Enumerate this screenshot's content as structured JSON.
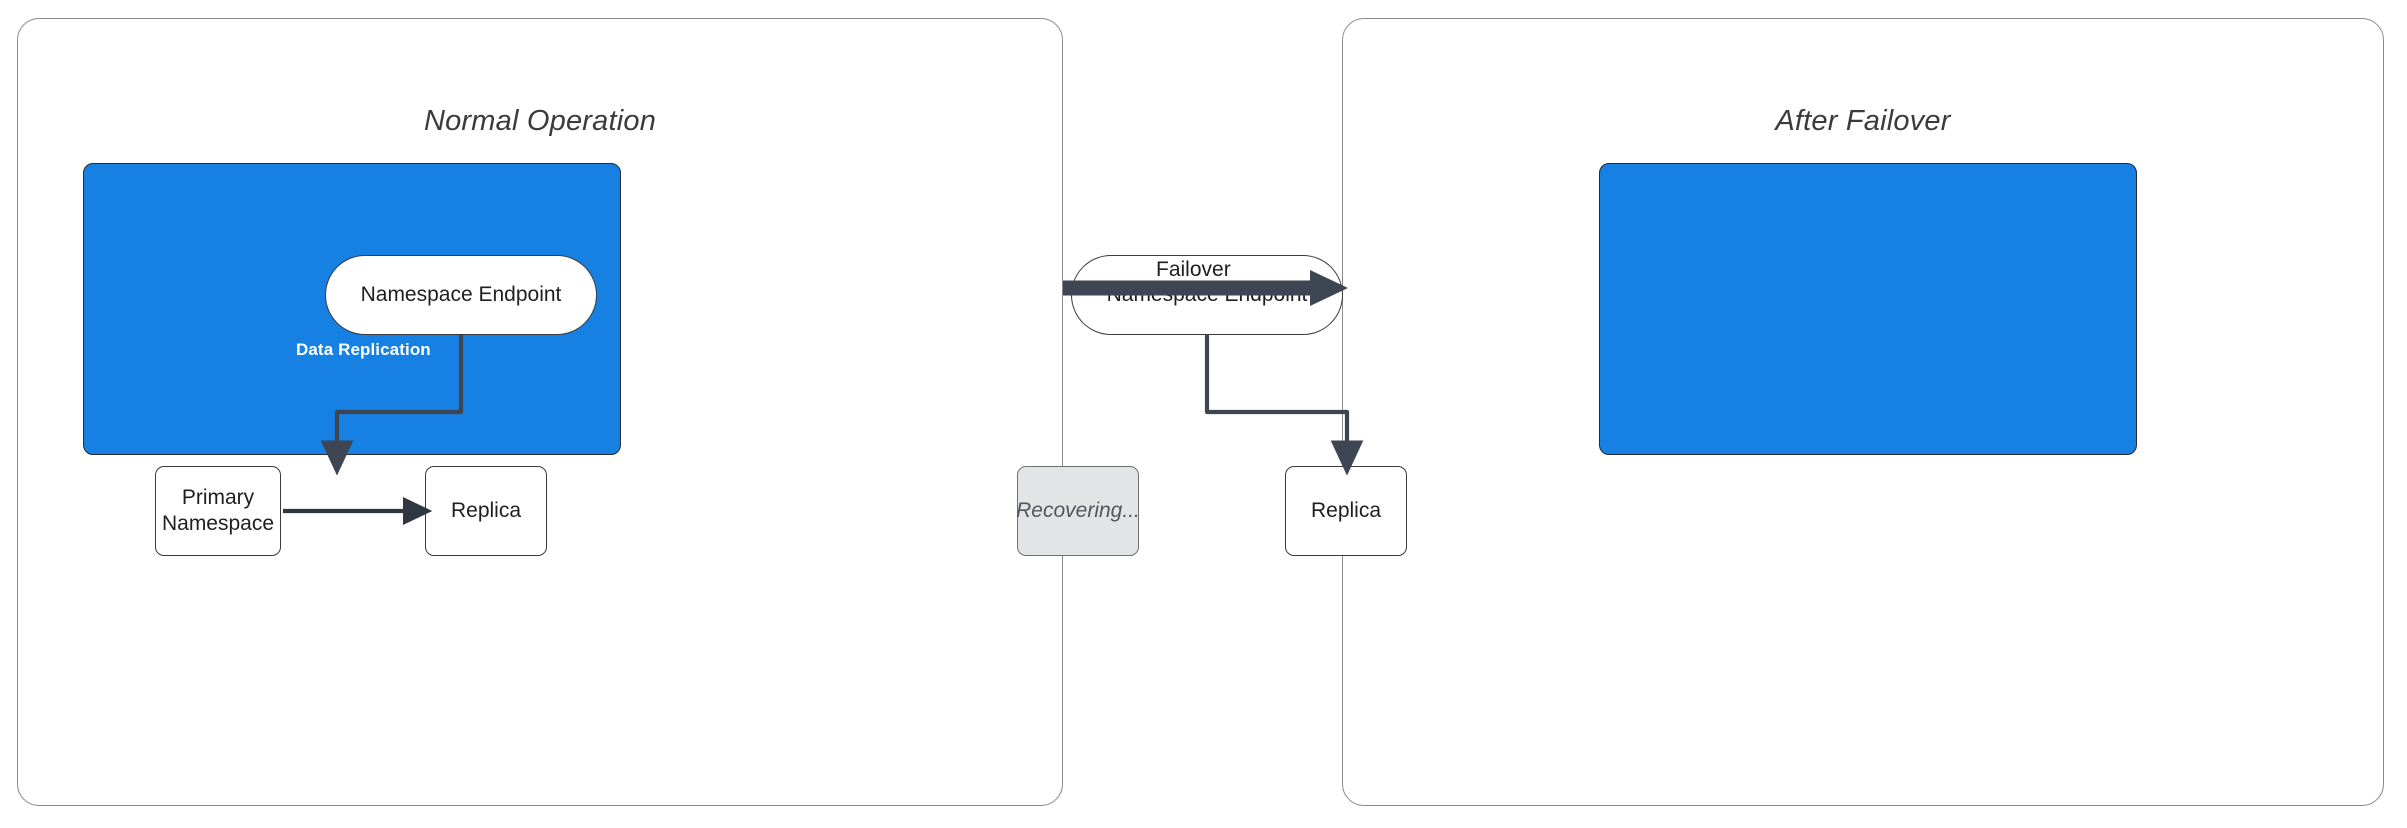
{
  "diagram": {
    "type": "failover-architecture-diagram",
    "background": "#ffffff",
    "accent_blue": "#1680e3",
    "muted_gray": "#e2e4e6",
    "stroke_dark": "#3b3b3b"
  },
  "panels": [
    {
      "id": "normal-operation",
      "title": "Normal Operation",
      "region_color": "#1680e3",
      "nodes": [
        {
          "id": "endpoint",
          "label": "Namespace Endpoint",
          "shape": "pill",
          "state": "active"
        },
        {
          "id": "primary",
          "label": "Primary\nNamespace",
          "line1": "Primary",
          "line2": "Namespace",
          "shape": "rect",
          "state": "active"
        },
        {
          "id": "replica",
          "label": "Replica",
          "shape": "rect",
          "state": "active"
        }
      ],
      "edges": [
        {
          "from": "endpoint",
          "to": "primary",
          "label": "",
          "style": "elbow-arrow"
        },
        {
          "from": "primary",
          "to": "replica",
          "label": "Data Replication",
          "style": "straight-arrow"
        }
      ]
    },
    {
      "id": "after-failover",
      "title": "After Failover",
      "region_color": "#1680e3",
      "nodes": [
        {
          "id": "endpoint",
          "label": "Namespace Endpoint",
          "shape": "pill",
          "state": "active"
        },
        {
          "id": "recovering",
          "label": "Recovering...",
          "shape": "rect",
          "state": "recovering"
        },
        {
          "id": "replica",
          "label": "Replica",
          "shape": "rect",
          "state": "active"
        }
      ],
      "edges": [
        {
          "from": "endpoint",
          "to": "replica",
          "label": "",
          "style": "elbow-arrow"
        }
      ]
    }
  ],
  "transition": {
    "label": "Failover",
    "direction": "left-to-right",
    "color": "#3d4652"
  }
}
